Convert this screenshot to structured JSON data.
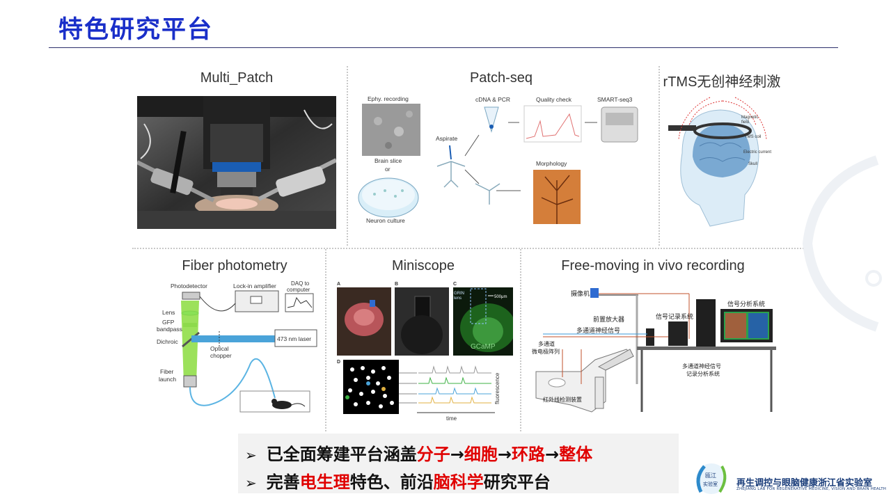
{
  "slide": {
    "title": "特色研究平台"
  },
  "panels": {
    "multi_patch": {
      "title": "Multi_Patch"
    },
    "patch_seq": {
      "title": "Patch-seq",
      "labels": {
        "ephys": "Ephy. recording",
        "brain_slice": "Brain slice",
        "or": "or",
        "neuron_culture": "Neuron culture",
        "aspirate": "Aspirate",
        "cdna": "cDNA & PCR",
        "quality": "Quality check",
        "smart": "SMART-seq3",
        "morphology": "Morphology"
      }
    },
    "rtms": {
      "title": "rTMS无创神经刺激",
      "labels": {
        "magnetic": "Magnetic",
        "field": "field",
        "coil": "TMS coil",
        "current": "Electric current",
        "skull": "Skull"
      }
    },
    "fiber": {
      "title": "Fiber photometry",
      "labels": {
        "photodetector": "Photodetector",
        "lockin": "Lock-in amplifier",
        "daq1": "DAQ to",
        "daq2": "computer",
        "lens": "Lens",
        "gfp1": "GFP",
        "gfp2": "bandpass",
        "dichroic": "Dichroic",
        "laser": "473 nm laser",
        "chopper1": "Optical",
        "chopper2": "chopper",
        "launch1": "Fiber",
        "launch2": "launch"
      }
    },
    "miniscope": {
      "title": "Miniscope",
      "labels": {
        "a": "A",
        "b": "B",
        "c": "C",
        "d": "D",
        "grin1": "GRIN",
        "grin2": "lens",
        "scale": "500μm",
        "gcamp": "GCaMP",
        "fluorescence": "fluorescence",
        "time": "time"
      }
    },
    "freemoving": {
      "title": "Free-moving in vivo recording",
      "labels": {
        "camera": "摄像机",
        "preamp": "前置放大器",
        "recorder": "信号记录系统",
        "analysis": "信号分析系统",
        "multi_signal": "多通道神经信号",
        "electrode1": "多通道",
        "electrode2": "微电极阵列",
        "ir": "红外线检测装置",
        "system1": "多通道神经信号",
        "system2": "记录分析系统"
      }
    }
  },
  "bullets": {
    "line1": {
      "a": "已全面筹建平台涵盖",
      "b": "分子",
      "c": "→",
      "d": "细胞",
      "e": "→",
      "f": "环路",
      "g": "→",
      "h": "整体"
    },
    "line2": {
      "a": "完善",
      "b": "电生理",
      "c": "特色、前沿",
      "d": "脑科学",
      "e": "研究平台"
    },
    "marker": "➢"
  },
  "logo": {
    "cn": "再生调控与眼脑健康浙江省实验室",
    "en": "ZHEJIANG LAB FOR REGENERATIVE MEDICINE, VISION AND BRAIN HEALTH",
    "badge1": "瓯江",
    "badge2": "实验室"
  },
  "colors": {
    "title": "#1a2fc9",
    "highlight": "#e00000",
    "laser": "#4aa3d9",
    "green": "#7ac943"
  }
}
